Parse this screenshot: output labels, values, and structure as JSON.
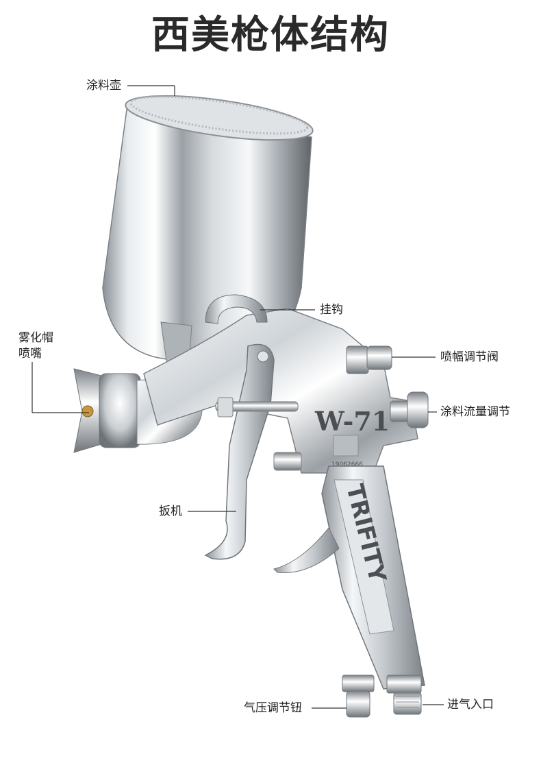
{
  "title": "西美枪体结构",
  "labels": {
    "cup": "涂料壶",
    "hook": "挂钩",
    "nozzle_line1": "雾化帽",
    "nozzle_line2": "喷嘴",
    "fan_valve": "喷幅调节阀",
    "fluid_adjust": "涂料流量调节",
    "trigger": "扳机",
    "pressure_knob": "气压调节钮",
    "air_inlet": "进气入口"
  },
  "gun": {
    "model": "W-71",
    "brand": "TRIFITY",
    "serial": "19062666"
  },
  "colors": {
    "text": "#222222",
    "leader_line": "#333333",
    "chrome_light": "#f4f6f8",
    "chrome_dark": "#6b7075",
    "brass": "#c8963c"
  }
}
